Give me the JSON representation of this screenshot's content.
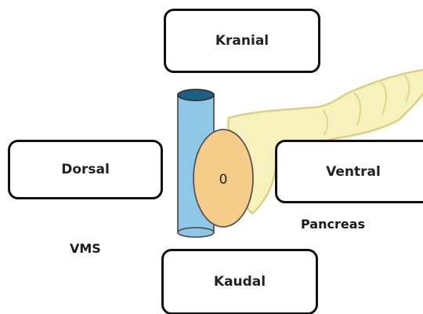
{
  "boxes": {
    "top": "Kranial",
    "left": "Dorsal",
    "right": "Ventral",
    "bottom": "Kaudal"
  },
  "organ_label": "Pancreas",
  "vessel_label": "VMS",
  "cross_section_mark": "0",
  "colors": {
    "vessel_fill": "#8ec8e6",
    "vessel_top": "#1b5f86",
    "pancreas_fill": "#f6f1bd",
    "pancreas_outline": "#ddd080",
    "cut_surface_fill": "#f6cc8a",
    "box_border": "#111111"
  }
}
